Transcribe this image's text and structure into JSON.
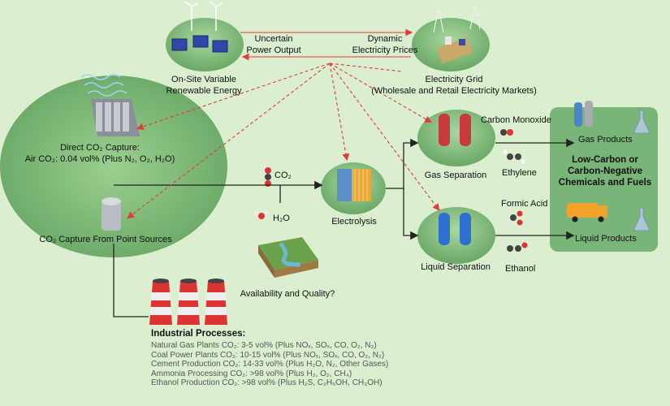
{
  "colors": {
    "background": "#dbeecf",
    "ellipse_green": "#7fb77a",
    "products_box": "#79b479",
    "red_arrow": "#e23b3b",
    "black_line": "#222222"
  },
  "top": {
    "renewable_label": [
      "On-Site Variable",
      "Renewable Energy"
    ],
    "uncertain_label": [
      "Uncertain",
      "Power Output"
    ],
    "dynamic_label": [
      "Dynamic",
      "Electricity Prices"
    ],
    "grid_label": [
      "Electricity Grid",
      "(Wholesale and Retail Electricity Markets)"
    ]
  },
  "capture": {
    "direct_title": "Direct CO₂ Capture:",
    "air_co2": "Air CO₂: 0.04 vol% (Plus N₂, O₂, H₂O)",
    "point_sources": "CO₂ Capture From Point Sources"
  },
  "center": {
    "co2": "CO₂",
    "h2o": "H₂O",
    "electrolysis": "Electrolysis",
    "availability": "Availability and Quality?"
  },
  "separation": {
    "gas": "Gas Separation",
    "liquid": "Liquid Separation",
    "carbon_monoxide": "Carbon Monoxide",
    "ethylene": "Ethylene",
    "formic_acid": "Formic Acid",
    "ethanol": "Ethanol"
  },
  "products": {
    "gas": "Gas Products",
    "liquid": "Liquid Products",
    "headline": [
      "Low-Carbon or",
      "Carbon-Negative",
      "Chemicals and Fuels"
    ]
  },
  "industrial": {
    "title": "Industrial Processes:",
    "lines": [
      "Natural Gas Plants CO₂: 3-5 vol% (Plus NOₓ, SOₓ, CO, O₂, N₂)",
      "Coal Power Plants CO₂: 10-15 vol% (Plus NOₓ, SOₓ, CO, O₂, N₂)",
      "Cement Production CO₂: 14-33 vol% (Plus H₂O, N₂, Other Gases)",
      "Ammonia Processing CO₂: >98 vol% (Plus H₂, O₂, CH₄)",
      "Ethanol Production CO₂: >98 vol% (Plus H₂S, C₂H₅OH, CH₃OH)"
    ]
  },
  "icons": [
    "wind-turbine-icon",
    "solar-panel-icon",
    "air-capture-unit-icon",
    "storage-tank-icon",
    "smokestack-icon",
    "electrolyzer-icon",
    "separation-tank-icon",
    "molecule-icon",
    "water-terrain-icon",
    "truck-icon",
    "flask-icon"
  ]
}
